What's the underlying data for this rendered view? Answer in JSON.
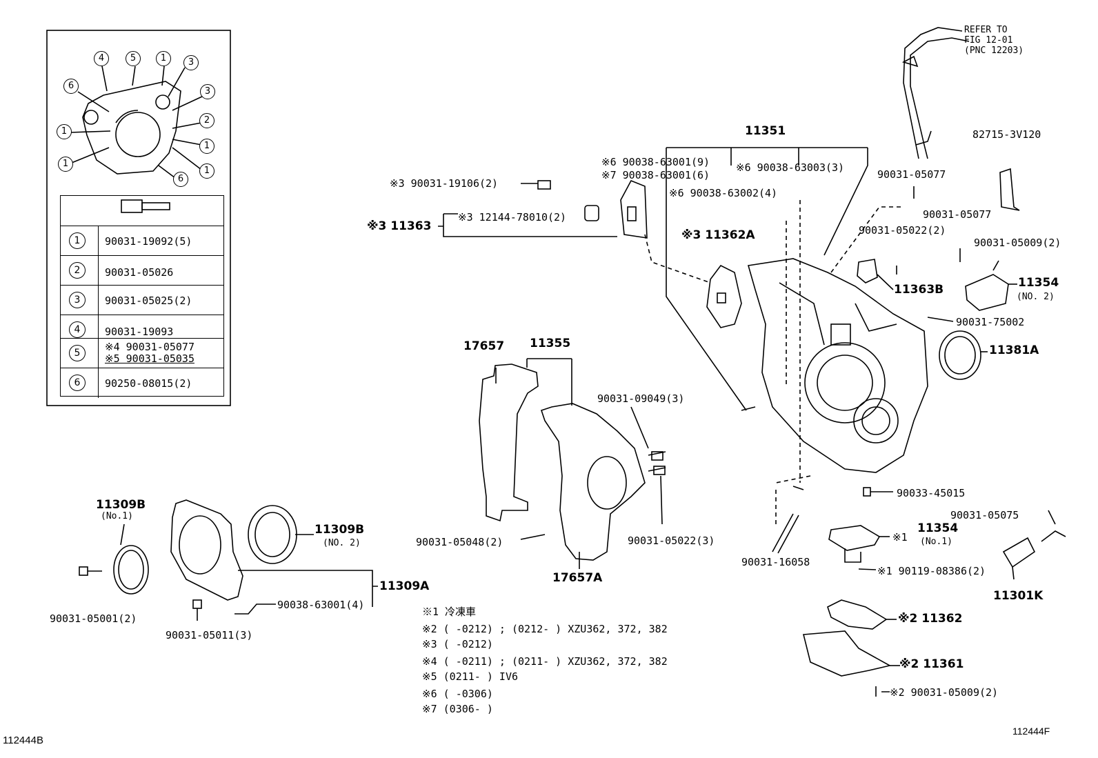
{
  "inset": {
    "callouts": [
      "4",
      "5",
      "1",
      "3",
      "6",
      "3",
      "1",
      "2",
      "1",
      "1",
      "1",
      "6"
    ],
    "rows": [
      {
        "num": "1",
        "part": "90031-19092(5)"
      },
      {
        "num": "2",
        "part": "90031-05026"
      },
      {
        "num": "3",
        "part": "90031-05025(2)"
      },
      {
        "num": "4",
        "part": "90031-19093"
      },
      {
        "num": "5",
        "part": "※4 90031-05077",
        "part2": "※5 90031-05035"
      },
      {
        "num": "6",
        "part": "90250-08015(2)"
      }
    ]
  },
  "labels": {
    "refer": [
      "REFER TO",
      "FIG 12-01",
      "(PNC 12203)"
    ],
    "p11351": "11351",
    "p82715": "82715-3V120",
    "p90031_05077a": "90031-05077",
    "p90031_05077b": "90031-05077",
    "p90031_05022_2": "90031-05022(2)",
    "p90031_05009_2": "90031-05009(2)",
    "p11363B": "11363B",
    "p11354": "11354",
    "p11354no2": "(NO. 2)",
    "p90031_75002": "90031-75002",
    "p11381A": "11381A",
    "m6a": "※6 90038-63001(9)",
    "m7a": "※7 90038-63001(6)",
    "m6b": "※6 90038-63003(3)",
    "m6c": "※6 90038-63002(4)",
    "m3a": "※3 90031-19106(2)",
    "m3b": "※3 12144-78010(2)",
    "m3c": "※3 11363",
    "m3d": "※3 11362A",
    "p17657": "17657",
    "p11355": "11355",
    "p90031_09049": "90031-09049(3)",
    "p90031_05048": "90031-05048(2)",
    "p90031_05022_3": "90031-05022(3)",
    "p17657A": "17657A",
    "p90033_45015": "90033-45015",
    "p90031_05075": "90031-05075",
    "p90031_16058": "90031-16058",
    "m1a": "※1",
    "p11354b": "11354",
    "p11354no1": "(No.1)",
    "m1b": "※1 90119-08386(2)",
    "p11301K": "11301K",
    "m2a": "※2 11362",
    "m2b": "※2 11361",
    "m2c": "※2 90031-05009(2)",
    "p11309B_a": "11309B",
    "p11309B_a_no": "(No.1)",
    "p11309B_b": "11309B",
    "p11309B_b_no": "(NO. 2)",
    "p11309A": "11309A",
    "p90038_63001_4": "90038-63001(4)",
    "p90031_05001": "90031-05001(2)",
    "p90031_05011": "90031-05011(3)",
    "fig_left": "112444B",
    "fig_right": "112444F"
  },
  "notes": [
    "※1 冷凍車",
    "※2 (      -0212) ; (0212-      ) XZU362, 372, 382",
    "※3 (      -0212)",
    "※4 (      -0211) ; (0211-      ) XZU362, 372, 382",
    "※5 (0211-      ) IV6",
    "※6 (      -0306)",
    "※7 (0306-      )"
  ]
}
